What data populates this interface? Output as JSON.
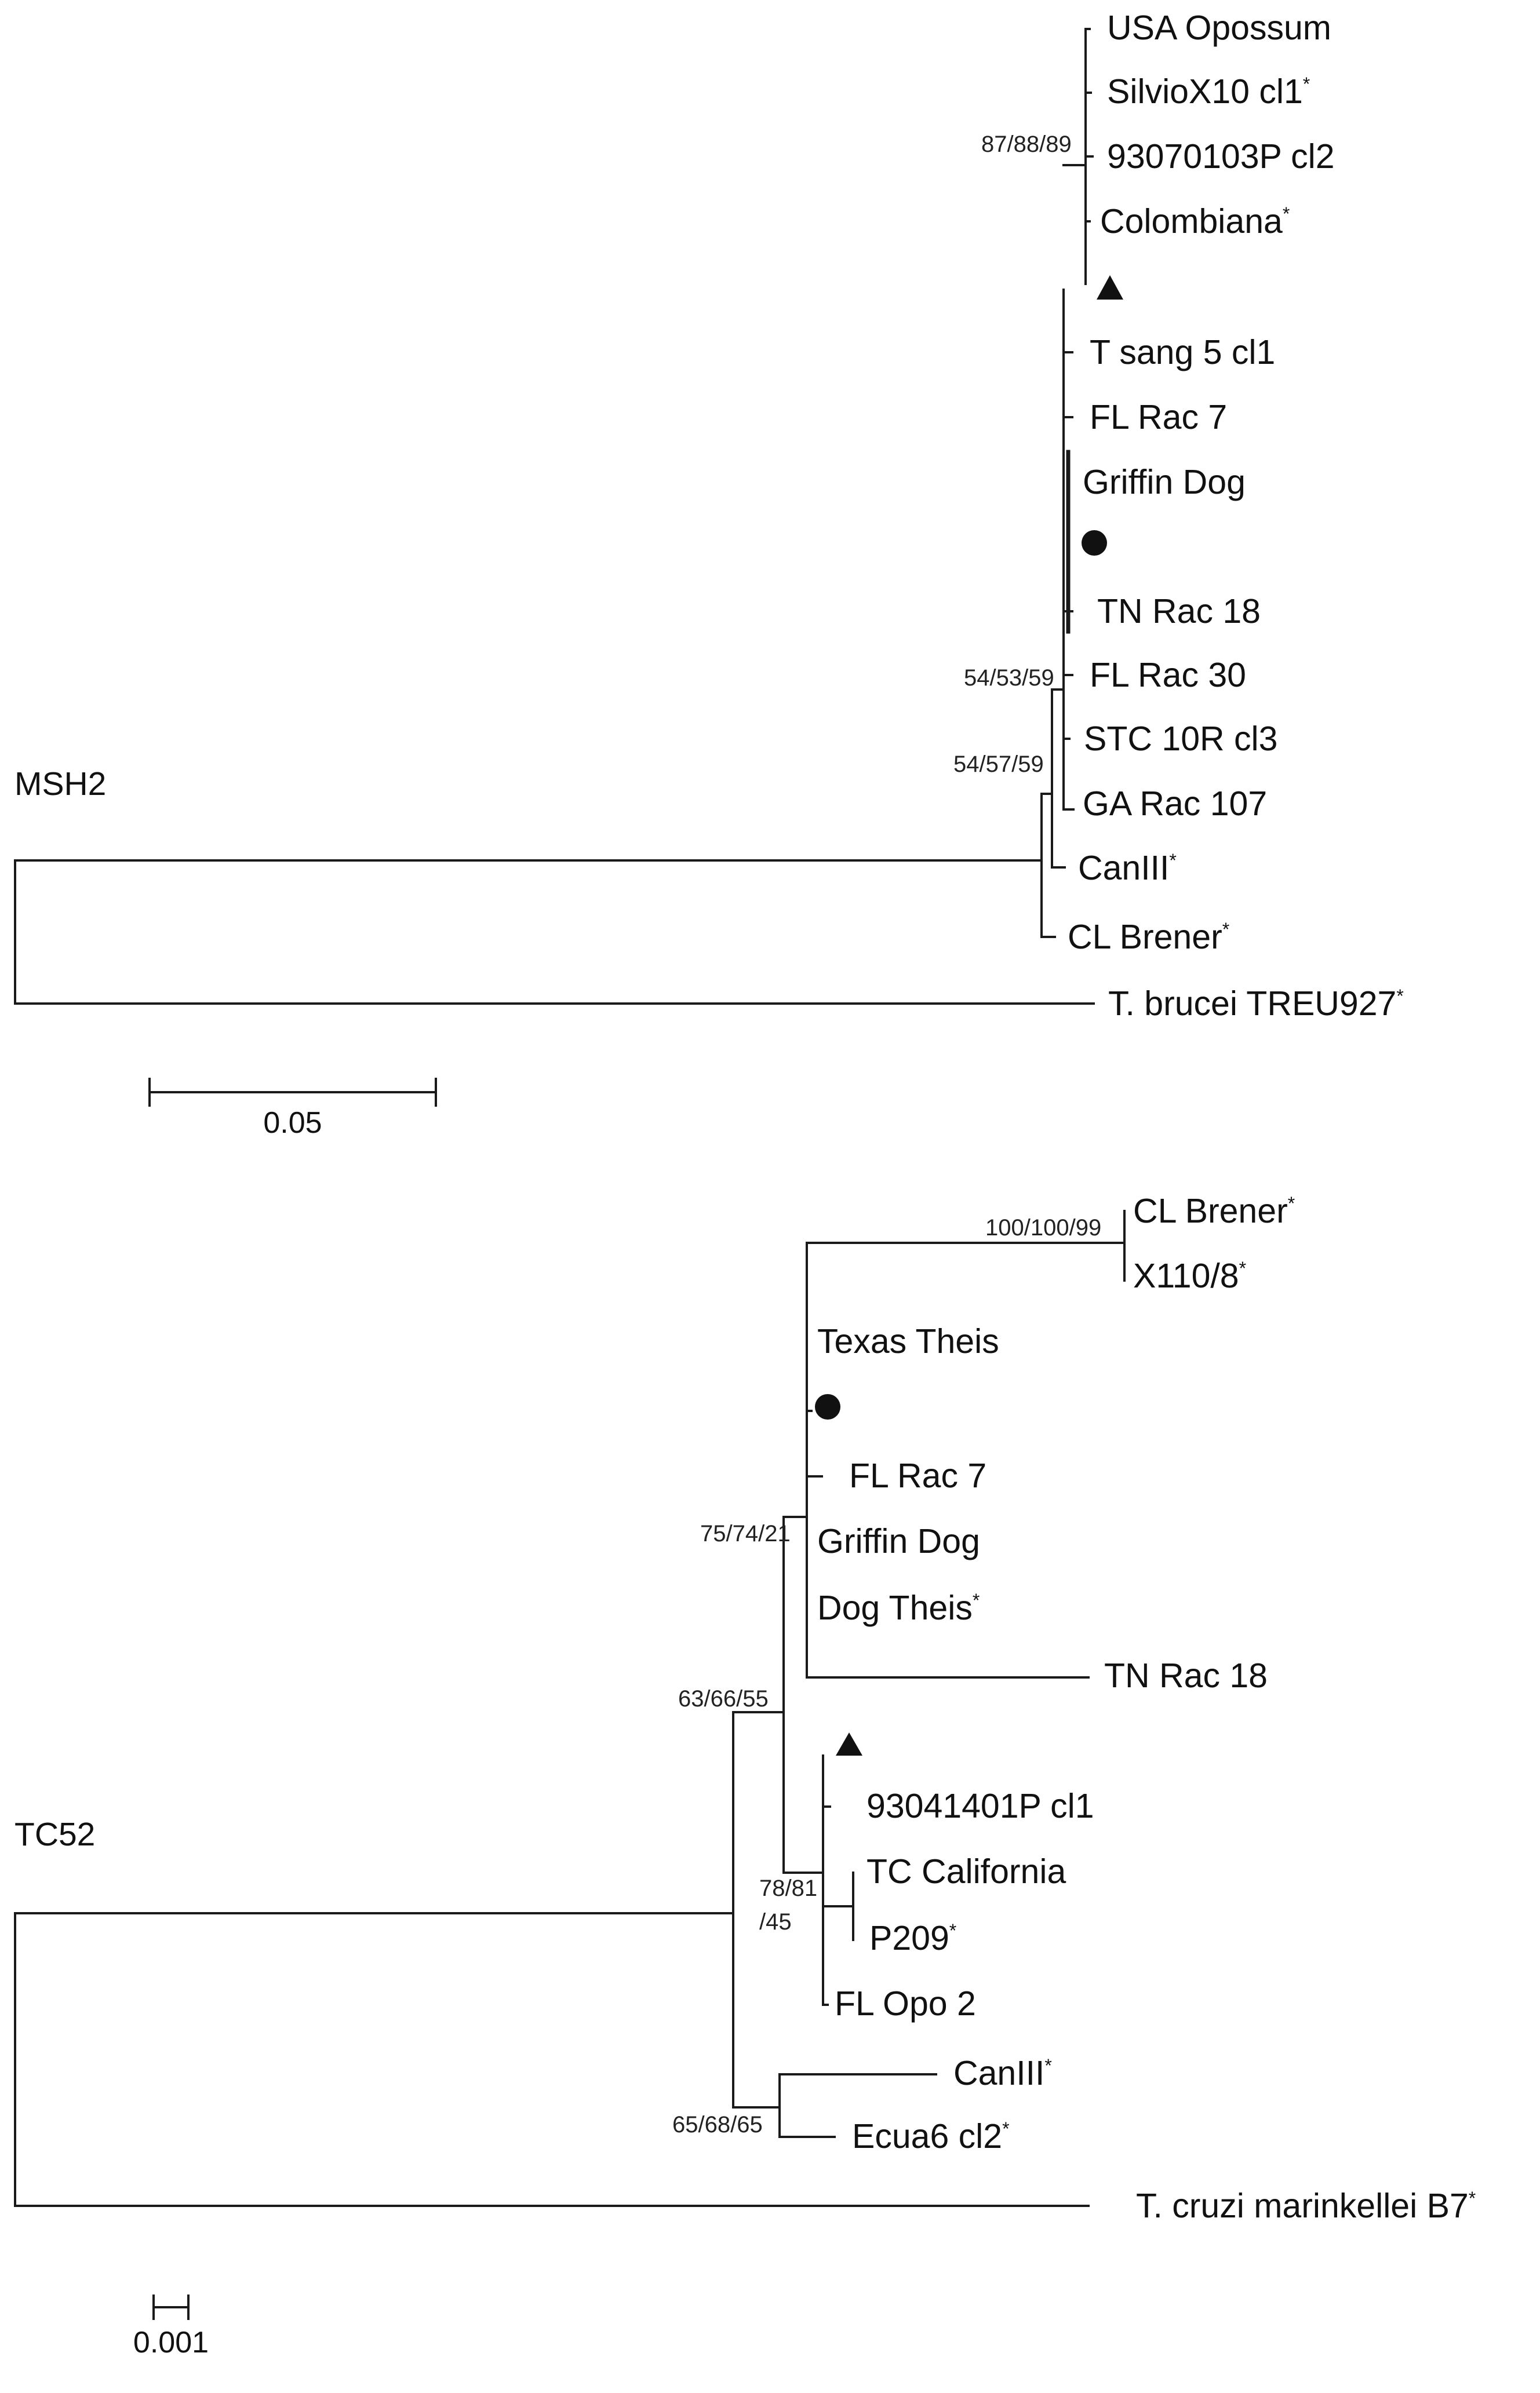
{
  "colors": {
    "ink": "#1a1a1a",
    "background": "#ffffff"
  },
  "trees": [
    {
      "gene": "MSH2",
      "scale_bar": "0.05",
      "taxa": [
        {
          "name": "USA Opossum",
          "asterisk": ""
        },
        {
          "name": "SilvioX10 cl1",
          "asterisk": "*"
        },
        {
          "name": "93070103P cl2",
          "asterisk": ""
        },
        {
          "name": "Colombiana",
          "asterisk": "*"
        },
        {
          "name": "T sang 5 cl1",
          "asterisk": ""
        },
        {
          "name": "FL Rac 7",
          "asterisk": ""
        },
        {
          "name": "Griffin Dog",
          "asterisk": ""
        },
        {
          "name": "TN Rac 18",
          "asterisk": ""
        },
        {
          "name": "FL Rac 30",
          "asterisk": ""
        },
        {
          "name": "STC 10R cl3",
          "asterisk": ""
        },
        {
          "name": "GA Rac 107",
          "asterisk": ""
        },
        {
          "name": "CanIII",
          "asterisk": "*"
        },
        {
          "name": "CL Brener",
          "asterisk": "*"
        },
        {
          "name": "T. brucei TREU927",
          "asterisk": "*"
        }
      ],
      "bootstrap": [
        "87/88/89",
        "54/53/59",
        "54/57/59"
      ],
      "markers": [
        {
          "shape": "triangle-icon",
          "glyph": "▲"
        },
        {
          "shape": "circle-icon",
          "glyph": "●"
        }
      ]
    },
    {
      "gene": "TC52",
      "scale_bar": "0.001",
      "taxa": [
        {
          "name": "CL Brener",
          "asterisk": "*"
        },
        {
          "name": "X110/8",
          "asterisk": "*"
        },
        {
          "name": "Texas Theis",
          "asterisk": ""
        },
        {
          "name": "FL Rac 7",
          "asterisk": ""
        },
        {
          "name": "Griffin Dog",
          "asterisk": ""
        },
        {
          "name": "Dog Theis",
          "asterisk": "*"
        },
        {
          "name": "TN Rac 18",
          "asterisk": ""
        },
        {
          "name": "93041401P cl1",
          "asterisk": ""
        },
        {
          "name": "TC California",
          "asterisk": ""
        },
        {
          "name": "P209",
          "asterisk": "*"
        },
        {
          "name": "FL Opo 2",
          "asterisk": ""
        },
        {
          "name": "CanIII",
          "asterisk": "*"
        },
        {
          "name": "Ecua6 cl2",
          "asterisk": "*"
        },
        {
          "name": "T. cruzi marinkellei B7",
          "asterisk": "*"
        }
      ],
      "bootstrap": [
        "100/100/99",
        "75/74/21",
        "63/66/55",
        "78/81",
        "/45",
        "65/68/65"
      ],
      "markers": [
        {
          "shape": "circle-icon",
          "glyph": "●"
        },
        {
          "shape": "triangle-icon",
          "glyph": "▲"
        }
      ]
    }
  ]
}
